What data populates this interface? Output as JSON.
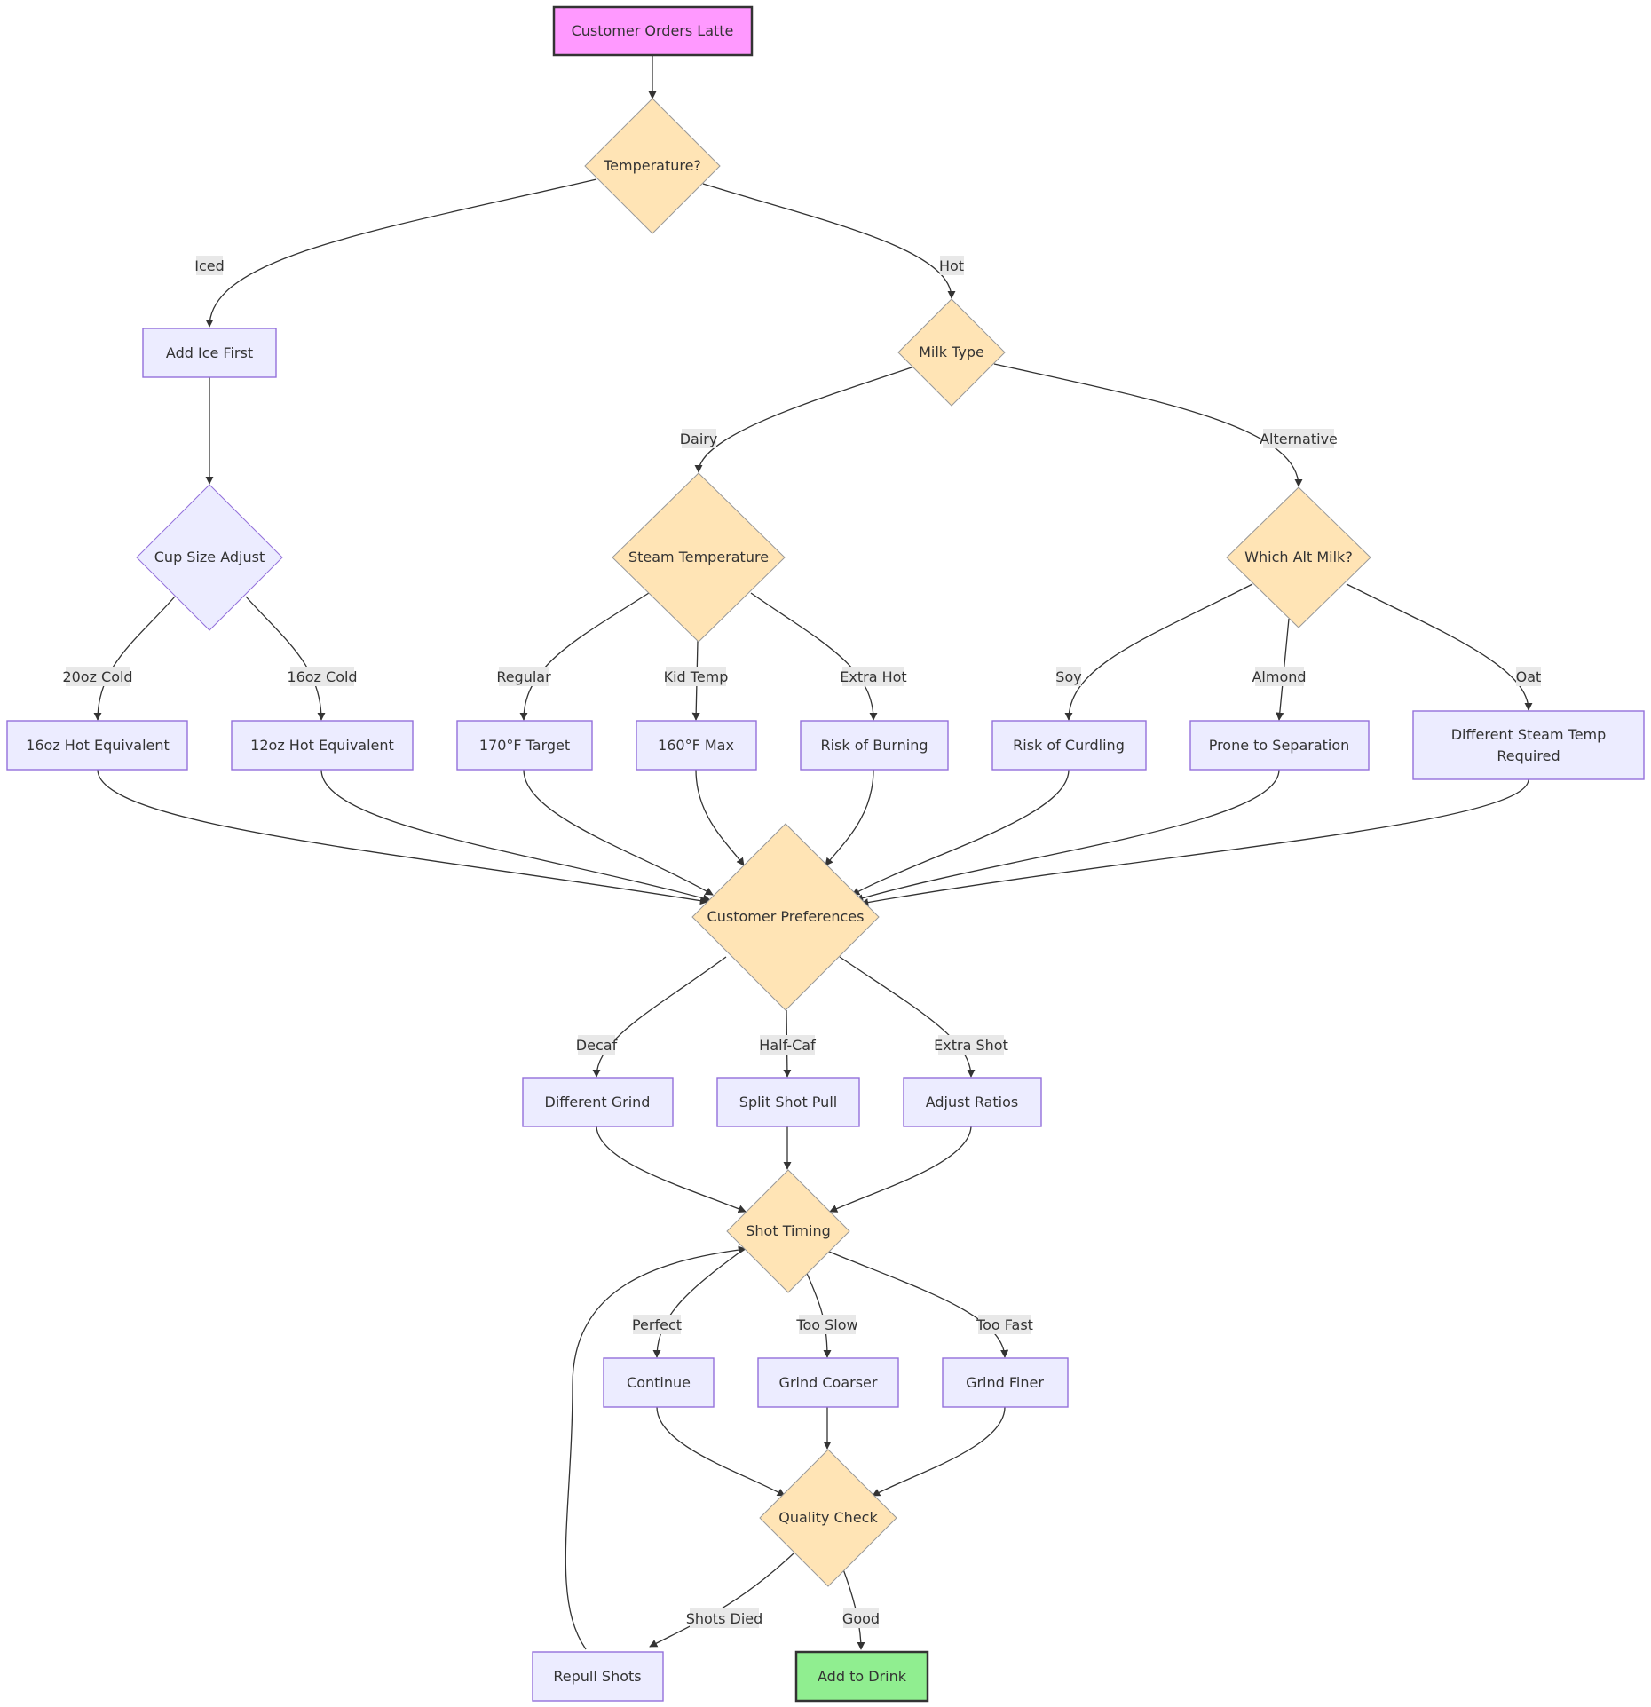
{
  "nodes": {
    "customer_orders_latte": "Customer Orders Latte",
    "temperature": "Temperature?",
    "add_ice_first": "Add Ice First",
    "milk_type": "Milk Type",
    "cup_size_adjust": "Cup Size Adjust",
    "steam_temperature": "Steam Temperature",
    "which_alt_milk": "Which Alt Milk?",
    "hot_equiv_16oz": "16oz Hot Equivalent",
    "hot_equiv_12oz": "12oz Hot Equivalent",
    "target_170": "170°F Target",
    "max_160": "160°F Max",
    "risk_burning": "Risk of Burning",
    "risk_curdling": "Risk of Curdling",
    "prone_separation": "Prone to Separation",
    "diff_steam_line1": "Different Steam Temp",
    "diff_steam_line2": "Required",
    "customer_preferences": "Customer Preferences",
    "different_grind": "Different Grind",
    "split_shot_pull": "Split Shot Pull",
    "adjust_ratios": "Adjust Ratios",
    "shot_timing": "Shot Timing",
    "continue": "Continue",
    "grind_coarser": "Grind Coarser",
    "grind_finer": "Grind Finer",
    "quality_check": "Quality Check",
    "repull_shots": "Repull Shots",
    "add_to_drink": "Add to Drink"
  },
  "edge_labels": {
    "iced": "Iced",
    "hot": "Hot",
    "dairy": "Dairy",
    "alternative": "Alternative",
    "cold_20oz": "20oz Cold",
    "cold_16oz": "16oz Cold",
    "regular": "Regular",
    "kid_temp": "Kid Temp",
    "extra_hot": "Extra Hot",
    "soy": "Soy",
    "almond": "Almond",
    "oat": "Oat",
    "decaf": "Decaf",
    "half_caf": "Half-Caf",
    "extra_shot": "Extra Shot",
    "perfect": "Perfect",
    "too_slow": "Too Slow",
    "too_fast": "Too Fast",
    "shots_died": "Shots Died",
    "good": "Good"
  },
  "colors": {
    "start_node": "#FF99FF",
    "end_node": "#90EE90",
    "decision_node": "#FFE4B5",
    "process_node": "#ECECFF",
    "process_border": "#9370DB"
  }
}
